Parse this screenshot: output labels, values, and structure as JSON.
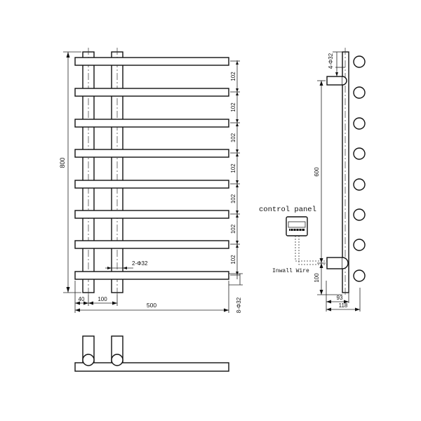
{
  "front_view": {
    "height": "800",
    "bar_spacing": [
      "102",
      "102",
      "102",
      "102",
      "102",
      "102",
      "102"
    ],
    "width": "500",
    "post_offset": "40",
    "post_spacing": "100",
    "post_callout": "2-Φ32",
    "bar_callout": "8-Φ32"
  },
  "side_view": {
    "top_callout": "4-Φ32",
    "heater_height": "600",
    "bottom_height": "100",
    "depth_inner": "93",
    "depth_outer": "118",
    "control_label": "control panel",
    "wire_label": "Inwall Wire"
  }
}
